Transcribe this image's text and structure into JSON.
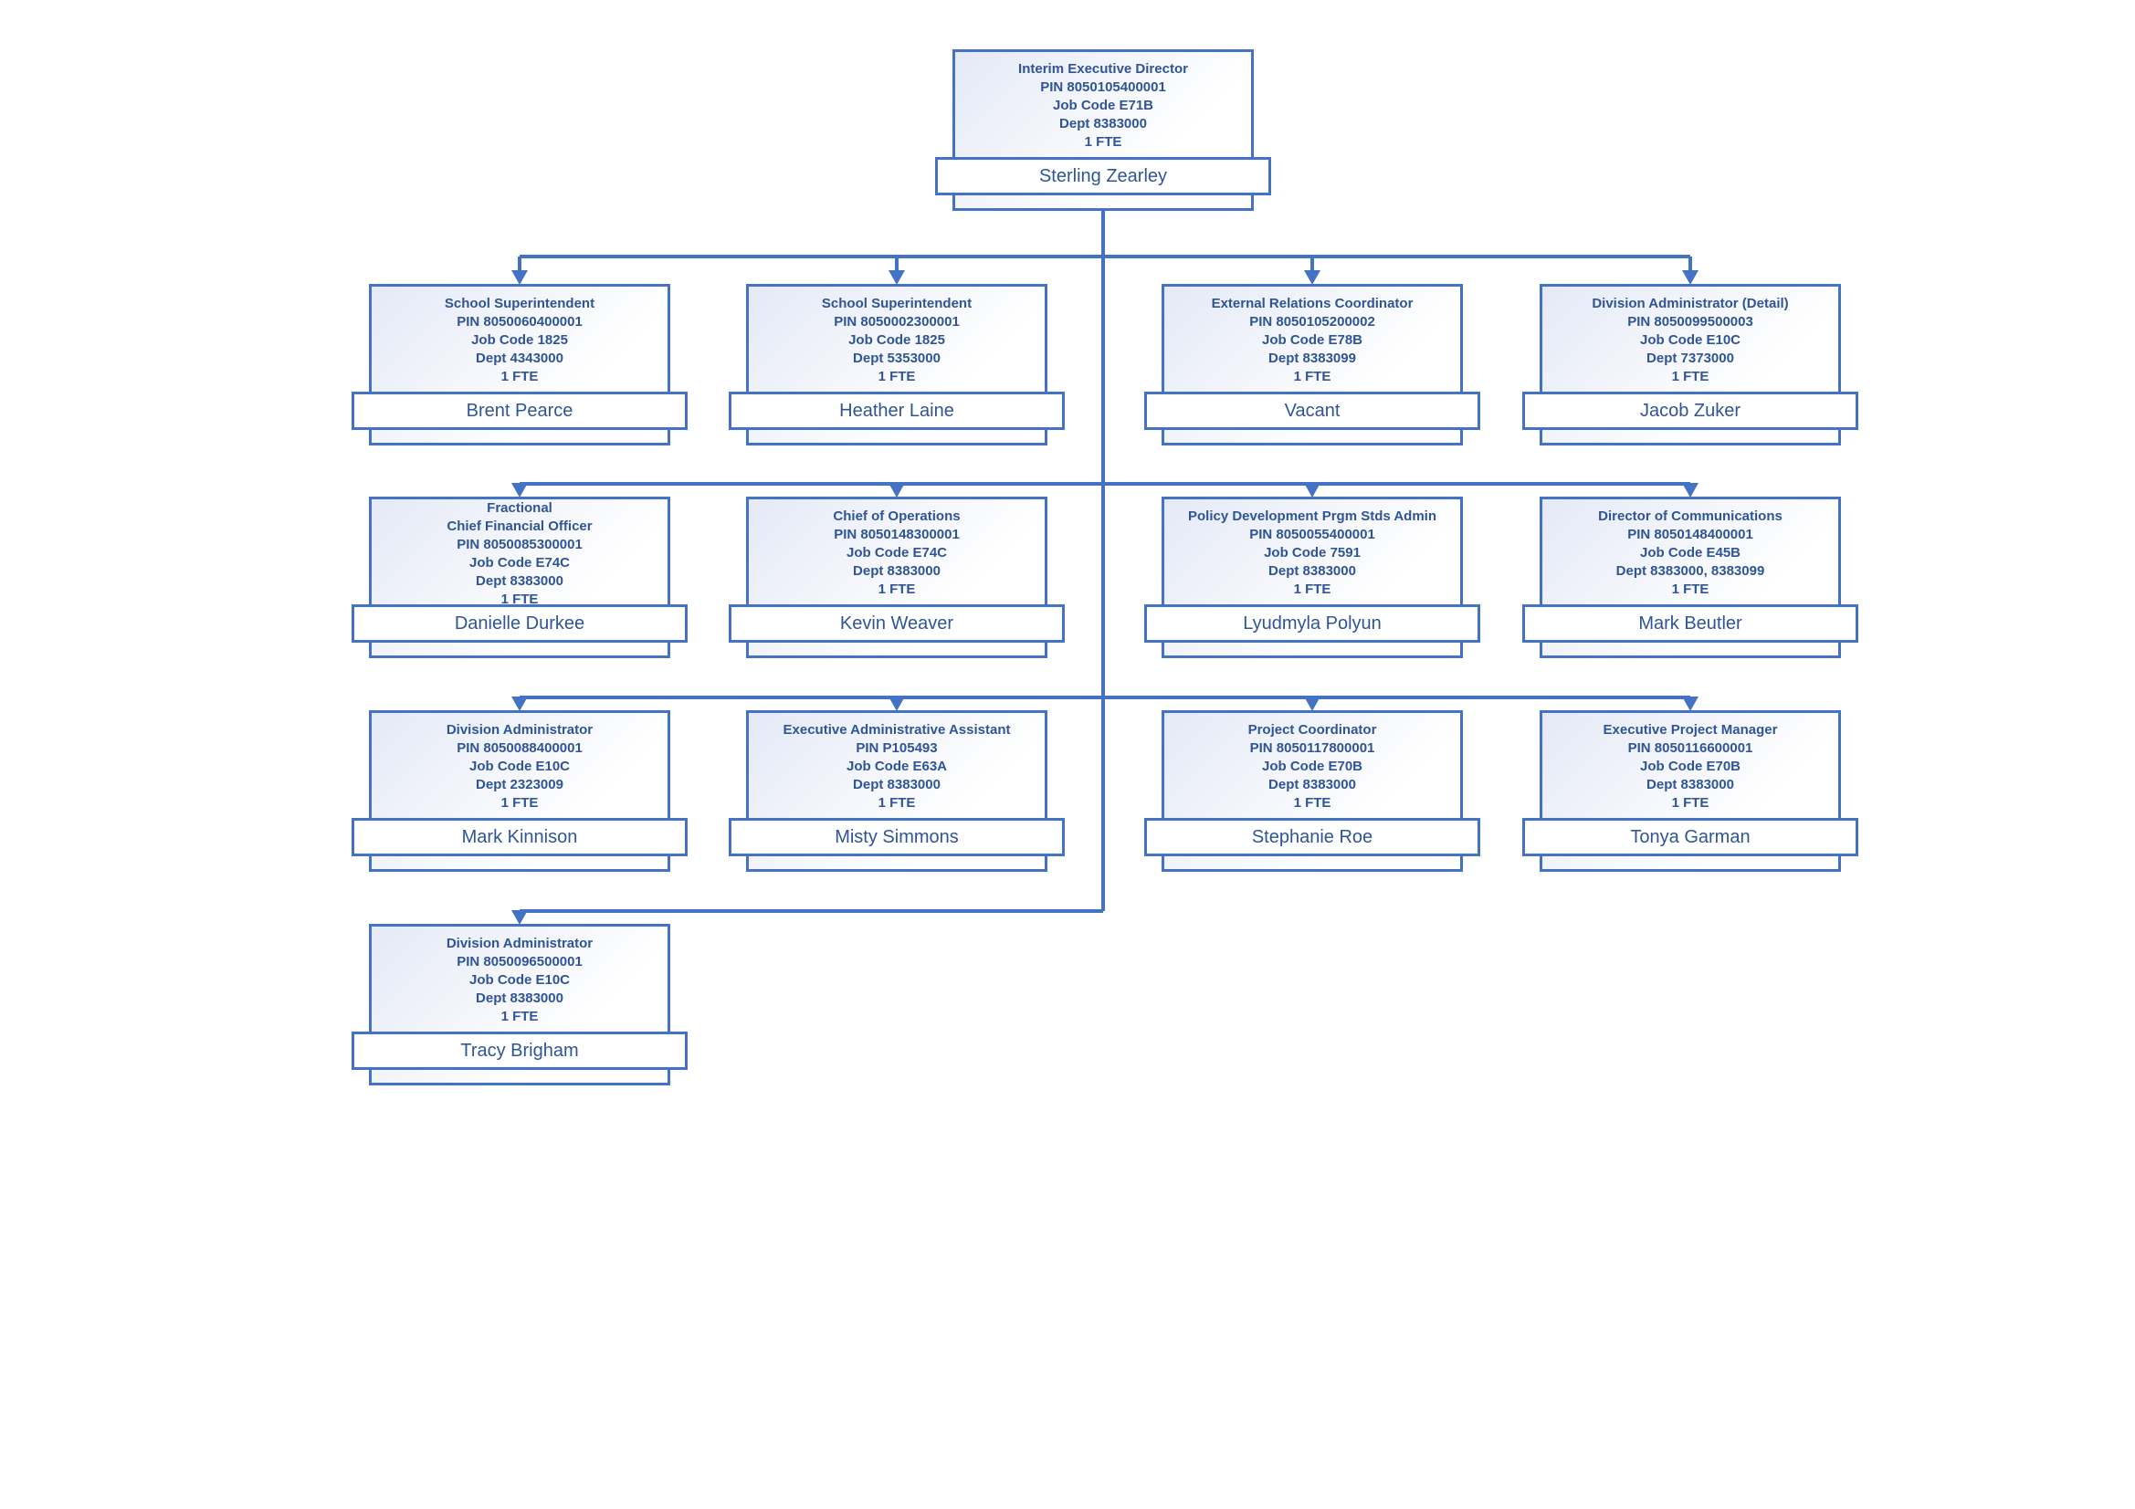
{
  "colors": {
    "line": "#4472c4",
    "text": "#2f5597"
  },
  "root": {
    "lines": [
      "Interim Executive Director",
      "PIN 8050105400001",
      "Job Code E71B",
      "Dept 8383000",
      "1 FTE"
    ],
    "name": "Sterling Zearley"
  },
  "rows": [
    [
      {
        "lines": [
          "School Superintendent",
          "PIN 8050060400001",
          "Job Code 1825",
          "Dept 4343000",
          "1 FTE"
        ],
        "name": "Brent Pearce"
      },
      {
        "lines": [
          "School Superintendent",
          "PIN 8050002300001",
          "Job Code 1825",
          "Dept 5353000",
          "1 FTE"
        ],
        "name": "Heather Laine"
      },
      {
        "lines": [
          "External Relations Coordinator",
          "PIN 8050105200002",
          "Job Code E78B",
          "Dept 8383099",
          "1 FTE"
        ],
        "name": "Vacant"
      },
      {
        "lines": [
          "Division Administrator (Detail)",
          "PIN 8050099500003",
          "Job Code E10C",
          "Dept 7373000",
          "1 FTE"
        ],
        "name": "Jacob Zuker"
      }
    ],
    [
      {
        "lines": [
          "Fractional",
          "Chief Financial Officer",
          "PIN 8050085300001",
          "Job Code E74C",
          "Dept 8383000",
          "1 FTE"
        ],
        "name": "Danielle Durkee"
      },
      {
        "lines": [
          "Chief of Operations",
          "PIN 8050148300001",
          "Job Code E74C",
          "Dept 8383000",
          "1 FTE"
        ],
        "name": "Kevin Weaver"
      },
      {
        "lines": [
          "Policy Development Prgm Stds Admin",
          "PIN 8050055400001",
          "Job Code 7591",
          "Dept 8383000",
          "1 FTE"
        ],
        "name": "Lyudmyla Polyun"
      },
      {
        "lines": [
          "Director of Communications",
          "PIN 8050148400001",
          "Job Code E45B",
          "Dept 8383000, 8383099",
          "1 FTE"
        ],
        "name": "Mark Beutler"
      }
    ],
    [
      {
        "lines": [
          "Division Administrator",
          "PIN 8050088400001",
          "Job Code E10C",
          "Dept 2323009",
          "1 FTE"
        ],
        "name": "Mark Kinnison"
      },
      {
        "lines": [
          "Executive Administrative Assistant",
          "PIN P105493",
          "Job Code E63A",
          "Dept 8383000",
          "1 FTE"
        ],
        "name": "Misty Simmons"
      },
      {
        "lines": [
          "Project Coordinator",
          "PIN 8050117800001",
          "Job Code E70B",
          "Dept 8383000",
          "1 FTE"
        ],
        "name": "Stephanie Roe"
      },
      {
        "lines": [
          "Executive Project Manager",
          "PIN 8050116600001",
          "Job Code E70B",
          "Dept 8383000",
          "1 FTE"
        ],
        "name": "Tonya Garman"
      }
    ],
    [
      {
        "lines": [
          "Division Administrator",
          "PIN 8050096500001",
          "Job Code E10C",
          "Dept 8383000",
          "1 FTE"
        ],
        "name": "Tracy Brigham"
      }
    ]
  ]
}
